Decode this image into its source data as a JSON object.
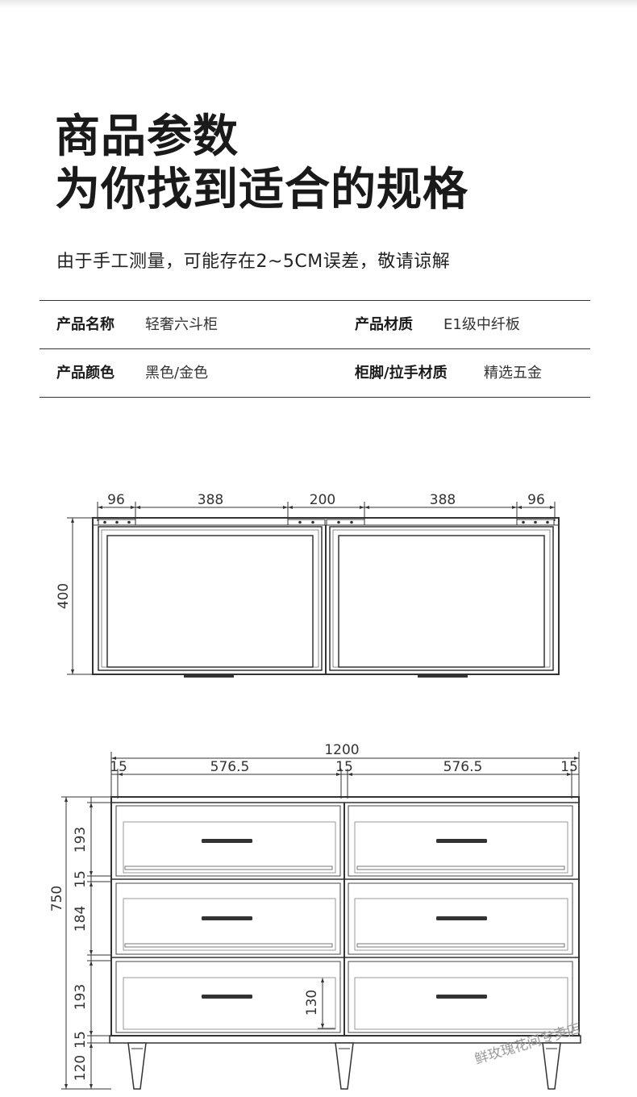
{
  "heading": {
    "line1": "商品参数",
    "line2": "为你找到适合的规格"
  },
  "note": "由于手工测量，可能存在2~5CM误差，敬请谅解",
  "specs": [
    {
      "label_left": "产品名称",
      "value_left": "轻奢六斗柜",
      "label_right": "产品材质",
      "value_right": "E1级中纤板"
    },
    {
      "label_left": "产品颜色",
      "value_left": "黑色/金色",
      "label_right": "柜脚/拉手材质",
      "value_right": "精选五金"
    }
  ],
  "top_view": {
    "widths": [
      "96",
      "388",
      "200",
      "388",
      "96"
    ],
    "depth": "400"
  },
  "front_view": {
    "total_width": "1200",
    "widths": [
      "15",
      "576.5",
      "15",
      "576.5",
      "15"
    ],
    "total_height": "750",
    "heights": [
      "193",
      "15",
      "184",
      "193",
      "15",
      "120"
    ],
    "drawer_inner": "130"
  },
  "watermark": "鲜玫瑰花间专卖店"
}
